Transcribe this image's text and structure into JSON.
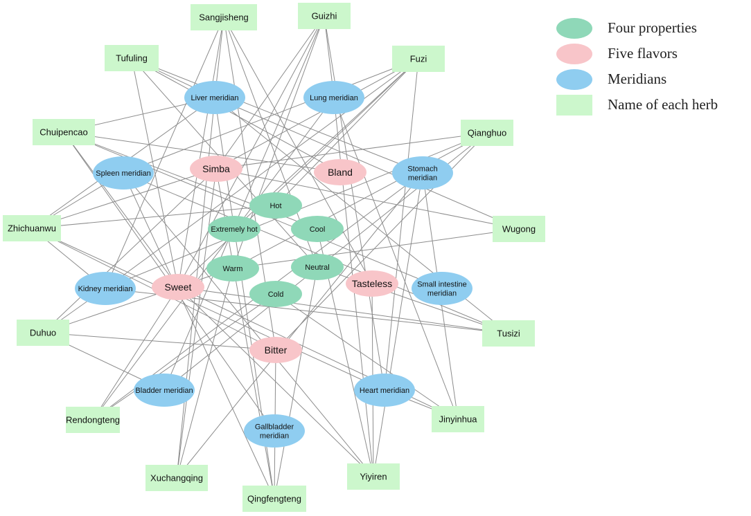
{
  "colors": {
    "property": "#8fd8b8",
    "flavor": "#f8c5c9",
    "meridian": "#8fcdf0",
    "herb": "#ccf7cc",
    "edge": "#8c8c8c"
  },
  "legend": [
    {
      "label": "Four properties",
      "category": "property"
    },
    {
      "label": "Five flavors",
      "category": "flavor"
    },
    {
      "label": "Meridians",
      "category": "meridian"
    },
    {
      "label": "Name of each herb",
      "category": "herb"
    }
  ],
  "nodes": [
    {
      "id": "sangjisheng",
      "label": "Sangjisheng",
      "category": "herb"
    },
    {
      "id": "guizhi",
      "label": "Guizhi",
      "category": "herb"
    },
    {
      "id": "tufuling",
      "label": "Tufuling",
      "category": "herb"
    },
    {
      "id": "fuzi",
      "label": "Fuzi",
      "category": "herb"
    },
    {
      "id": "chuipencao",
      "label": "Chuipencao",
      "category": "herb"
    },
    {
      "id": "qianghuo",
      "label": "Qianghuo",
      "category": "herb"
    },
    {
      "id": "zhichuanwu",
      "label": "Zhichuanwu",
      "category": "herb"
    },
    {
      "id": "wugong",
      "label": "Wugong",
      "category": "herb"
    },
    {
      "id": "duhuo",
      "label": "Duhuo",
      "category": "herb"
    },
    {
      "id": "tusizi",
      "label": "Tusizi",
      "category": "herb"
    },
    {
      "id": "rendongteng",
      "label": "Rendongteng",
      "category": "herb"
    },
    {
      "id": "jinyinhua",
      "label": "Jinyinhua",
      "category": "herb"
    },
    {
      "id": "xuchangqing",
      "label": "Xuchangqing",
      "category": "herb"
    },
    {
      "id": "yiyiren",
      "label": "Yiyiren",
      "category": "herb"
    },
    {
      "id": "qingfengteng",
      "label": "Qingfengteng",
      "category": "herb"
    },
    {
      "id": "liver",
      "label": "Liver meridian",
      "category": "meridian"
    },
    {
      "id": "lung",
      "label": "Lung meridian",
      "category": "meridian"
    },
    {
      "id": "spleen",
      "label": "Spleen meridian",
      "category": "meridian"
    },
    {
      "id": "stomach",
      "label": "Stomach\nmeridian",
      "category": "meridian"
    },
    {
      "id": "kidney",
      "label": "Kidney meridian",
      "category": "meridian"
    },
    {
      "id": "smallint",
      "label": "Small intestine\nmeridian",
      "category": "meridian"
    },
    {
      "id": "bladder",
      "label": "Bladder meridian",
      "category": "meridian"
    },
    {
      "id": "heart",
      "label": "Heart meridian",
      "category": "meridian"
    },
    {
      "id": "gallbladder",
      "label": "Gallbladder\nmeridian",
      "category": "meridian"
    },
    {
      "id": "simba",
      "label": "Simba",
      "category": "flavor"
    },
    {
      "id": "bland",
      "label": "Bland",
      "category": "flavor"
    },
    {
      "id": "sweet",
      "label": "Sweet",
      "category": "flavor"
    },
    {
      "id": "tasteless",
      "label": "Tasteless",
      "category": "flavor"
    },
    {
      "id": "bitter",
      "label": "Bitter",
      "category": "flavor"
    },
    {
      "id": "hot",
      "label": "Hot",
      "category": "property"
    },
    {
      "id": "cool",
      "label": "Cool",
      "category": "property"
    },
    {
      "id": "extremelyhot",
      "label": "Extremely hot",
      "category": "property"
    },
    {
      "id": "warm",
      "label": "Warm",
      "category": "property"
    },
    {
      "id": "neutral",
      "label": "Neutral",
      "category": "property"
    },
    {
      "id": "cold",
      "label": "Cold",
      "category": "property"
    }
  ],
  "edges": [
    [
      "sangjisheng",
      "liver"
    ],
    [
      "sangjisheng",
      "kidney"
    ],
    [
      "sangjisheng",
      "sweet"
    ],
    [
      "sangjisheng",
      "neutral"
    ],
    [
      "sangjisheng",
      "tasteless"
    ],
    [
      "sangjisheng",
      "bitter"
    ],
    [
      "guizhi",
      "lung"
    ],
    [
      "guizhi",
      "heart"
    ],
    [
      "guizhi",
      "bladder"
    ],
    [
      "guizhi",
      "warm"
    ],
    [
      "guizhi",
      "sweet"
    ],
    [
      "guizhi",
      "simba"
    ],
    [
      "tufuling",
      "liver"
    ],
    [
      "tufuling",
      "stomach"
    ],
    [
      "tufuling",
      "sweet"
    ],
    [
      "tufuling",
      "bland"
    ],
    [
      "tufuling",
      "neutral"
    ],
    [
      "fuzi",
      "heart"
    ],
    [
      "fuzi",
      "kidney"
    ],
    [
      "fuzi",
      "spleen"
    ],
    [
      "fuzi",
      "simba"
    ],
    [
      "fuzi",
      "sweet"
    ],
    [
      "fuzi",
      "extremelyhot"
    ],
    [
      "fuzi",
      "hot"
    ],
    [
      "chuipencao",
      "liver"
    ],
    [
      "chuipencao",
      "gallbladder"
    ],
    [
      "chuipencao",
      "smallint"
    ],
    [
      "chuipencao",
      "sweet"
    ],
    [
      "chuipencao",
      "bland"
    ],
    [
      "chuipencao",
      "cool"
    ],
    [
      "qianghuo",
      "bladder"
    ],
    [
      "qianghuo",
      "kidney"
    ],
    [
      "qianghuo",
      "simba"
    ],
    [
      "qianghuo",
      "bitter"
    ],
    [
      "qianghuo",
      "warm"
    ],
    [
      "zhichuanwu",
      "heart"
    ],
    [
      "zhichuanwu",
      "liver"
    ],
    [
      "zhichuanwu",
      "kidney"
    ],
    [
      "zhichuanwu",
      "spleen"
    ],
    [
      "zhichuanwu",
      "simba"
    ],
    [
      "zhichuanwu",
      "bitter"
    ],
    [
      "zhichuanwu",
      "hot"
    ],
    [
      "wugong",
      "liver"
    ],
    [
      "wugong",
      "simba"
    ],
    [
      "wugong",
      "warm"
    ],
    [
      "duhuo",
      "kidney"
    ],
    [
      "duhuo",
      "bladder"
    ],
    [
      "duhuo",
      "simba"
    ],
    [
      "duhuo",
      "bitter"
    ],
    [
      "duhuo",
      "warm"
    ],
    [
      "tusizi",
      "liver"
    ],
    [
      "tusizi",
      "kidney"
    ],
    [
      "tusizi",
      "spleen"
    ],
    [
      "tusizi",
      "sweet"
    ],
    [
      "tusizi",
      "neutral"
    ],
    [
      "rendongteng",
      "lung"
    ],
    [
      "rendongteng",
      "stomach"
    ],
    [
      "rendongteng",
      "sweet"
    ],
    [
      "rendongteng",
      "cold"
    ],
    [
      "jinyinhua",
      "lung"
    ],
    [
      "jinyinhua",
      "heart"
    ],
    [
      "jinyinhua",
      "stomach"
    ],
    [
      "jinyinhua",
      "sweet"
    ],
    [
      "jinyinhua",
      "cold"
    ],
    [
      "xuchangqing",
      "liver"
    ],
    [
      "xuchangqing",
      "stomach"
    ],
    [
      "xuchangqing",
      "simba"
    ],
    [
      "xuchangqing",
      "warm"
    ],
    [
      "yiyiren",
      "spleen"
    ],
    [
      "yiyiren",
      "stomach"
    ],
    [
      "yiyiren",
      "lung"
    ],
    [
      "yiyiren",
      "sweet"
    ],
    [
      "yiyiren",
      "tasteless"
    ],
    [
      "yiyiren",
      "cool"
    ],
    [
      "qingfengteng",
      "liver"
    ],
    [
      "qingfengteng",
      "spleen"
    ],
    [
      "qingfengteng",
      "bitter"
    ],
    [
      "qingfengteng",
      "simba"
    ],
    [
      "qingfengteng",
      "neutral"
    ]
  ]
}
